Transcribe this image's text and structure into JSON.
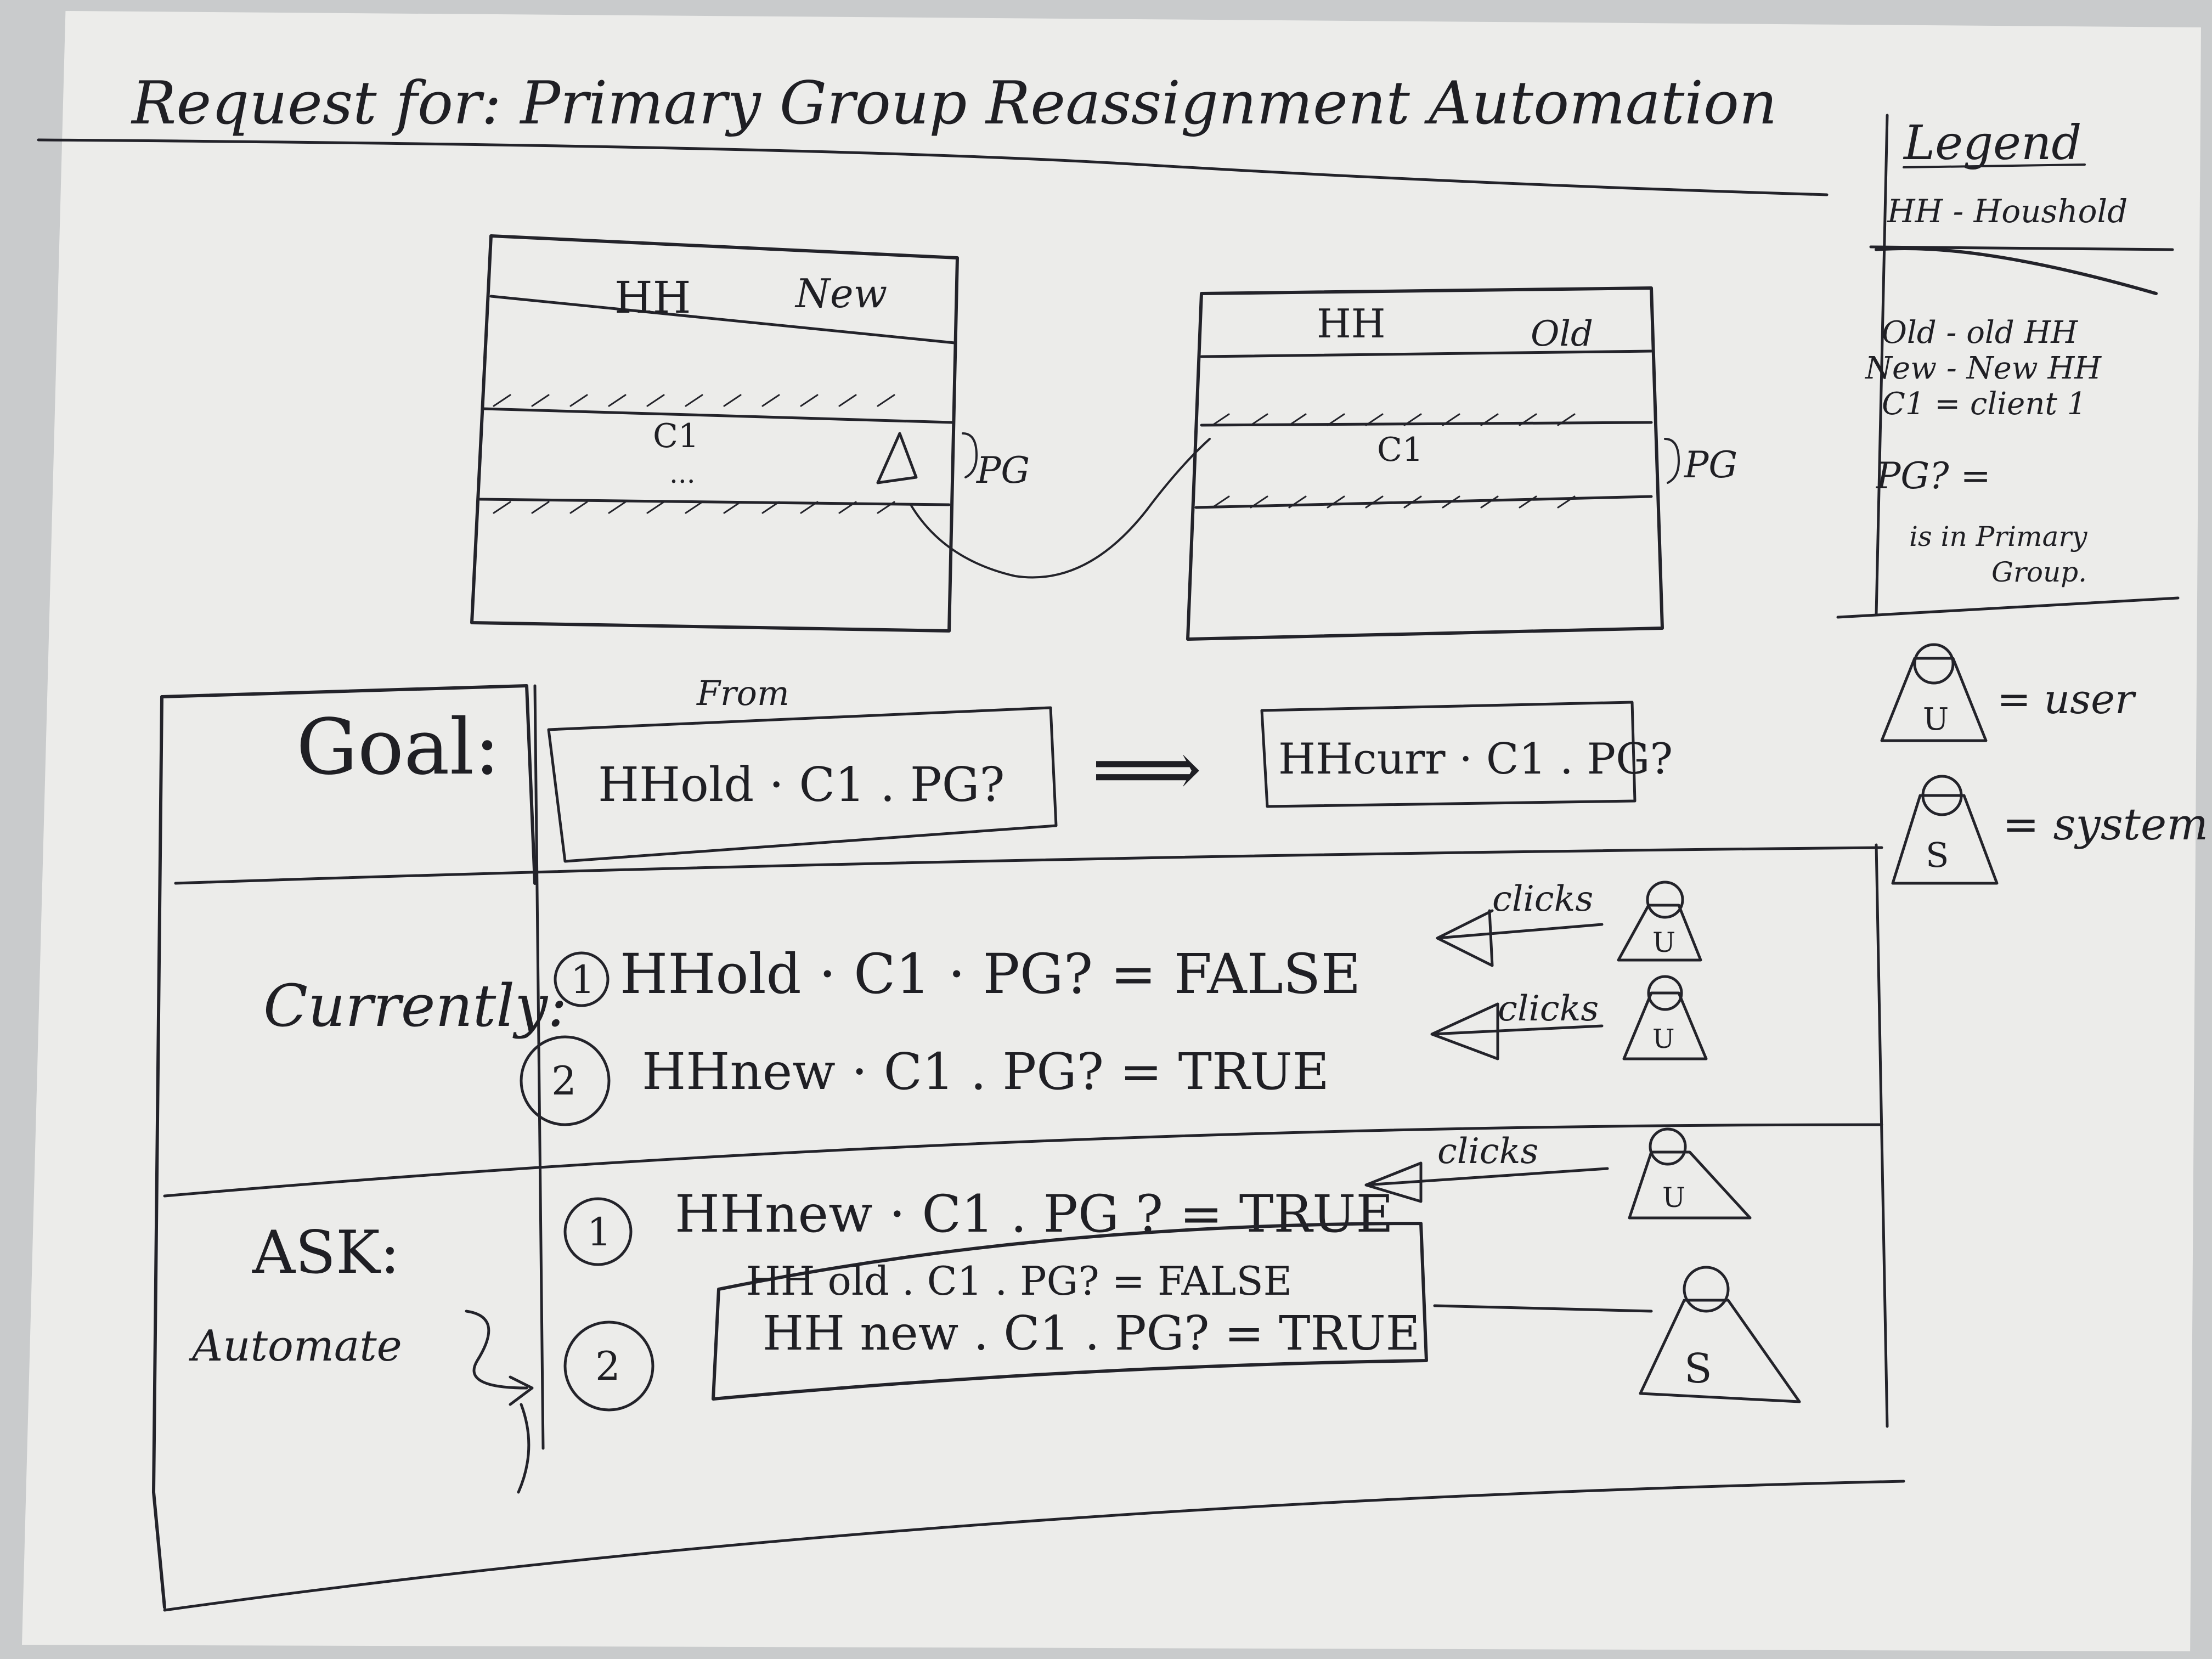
{
  "title": "Request for: Primary Group Reassignment Automation",
  "legend": {
    "heading": "Legend",
    "entries": [
      "HH - Houshold",
      "Old - old HH",
      "New - New HH",
      "C1 = client 1",
      "PG? =",
      "is in Primary",
      "Group."
    ],
    "user_label": "= user",
    "system_label": "= system",
    "user_letter": "U",
    "system_letter": "S"
  },
  "sketch": {
    "new_table": {
      "header_left": "HH",
      "header_right": "New",
      "row_label": "C1",
      "row_dots": "...",
      "bracket_label": "PG"
    },
    "old_table": {
      "header_left": "HH",
      "header_right": "Old",
      "row_label": "C1",
      "bracket_label": "PG"
    }
  },
  "goal": {
    "label": "Goal:",
    "from_label": "From",
    "from_expr": "HHold · C1 . PG?",
    "arrow": "⟹",
    "to_expr": "HHcurr · C1 . PG?"
  },
  "currently": {
    "label": "Currently:",
    "steps": [
      {
        "num": "1",
        "expr": "HHold · C1 · PG? = FALSE",
        "action": "clicks",
        "actor": "U"
      },
      {
        "num": "2",
        "expr": "HHnew · C1 . PG? = TRUE",
        "action": "clicks",
        "actor": "U"
      }
    ]
  },
  "ask": {
    "label": "ASK:",
    "sublabel": "Automate",
    "step1": {
      "num": "1",
      "expr": "HHnew · C1 . PG ? = TRUE",
      "action": "clicks",
      "actor": "U"
    },
    "step2": {
      "num": "2",
      "lines": [
        "HH old . C1 . PG? = FALSE",
        "HH new . C1 . PG? = TRUE"
      ],
      "actor": "S"
    }
  }
}
